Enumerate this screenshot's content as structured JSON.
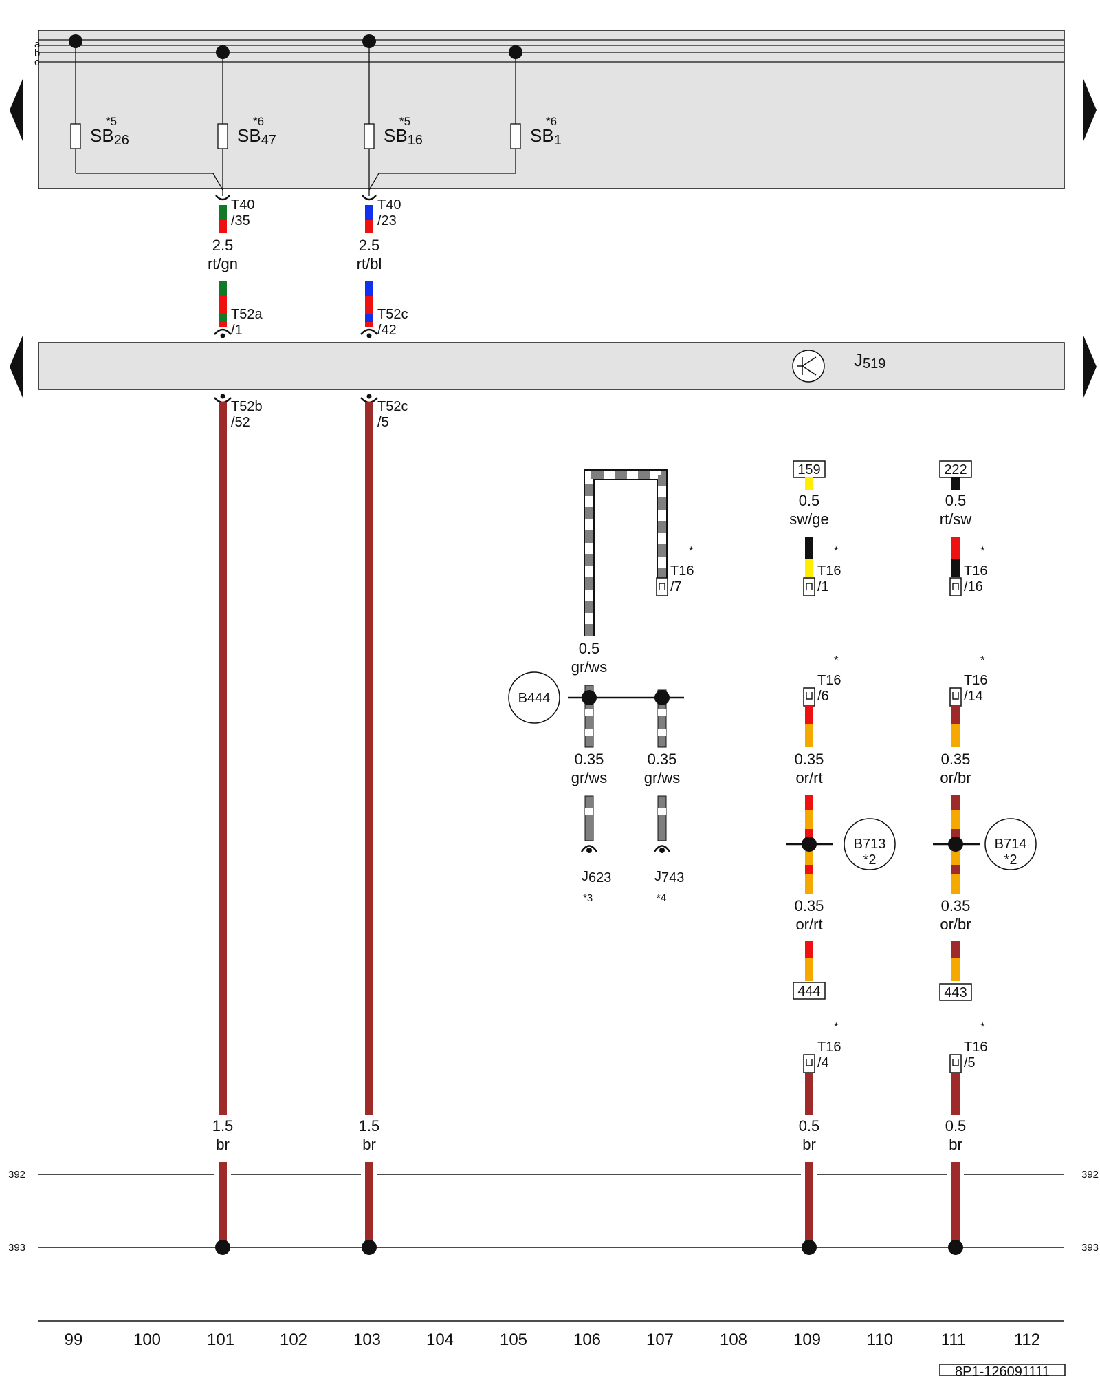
{
  "rails": {
    "a": "a",
    "b": "b",
    "c": "c"
  },
  "fuses": [
    {
      "name": "SB",
      "sub": "26",
      "note": "*5"
    },
    {
      "name": "SB",
      "sub": "47",
      "note": "*6"
    },
    {
      "name": "SB",
      "sub": "16",
      "note": "*5"
    },
    {
      "name": "SB",
      "sub": "1",
      "note": "*6"
    }
  ],
  "top_connectors": [
    {
      "conn": "T40",
      "pin": "/35",
      "gauge": "2.5",
      "color": "rt/gn"
    },
    {
      "conn": "T40",
      "pin": "/23",
      "gauge": "2.5",
      "color": "rt/bl"
    }
  ],
  "module_in_pins": [
    {
      "conn": "T52a",
      "pin": "/1"
    },
    {
      "conn": "T52c",
      "pin": "/42"
    }
  ],
  "module": {
    "name": "J",
    "sub": "519"
  },
  "module_out_pins": [
    {
      "conn": "T52b",
      "pin": "/52"
    },
    {
      "conn": "T52c",
      "pin": "/5"
    }
  ],
  "bottom_wire_labels": [
    {
      "gauge": "1.5",
      "color": "br"
    },
    {
      "gauge": "1.5",
      "color": "br"
    },
    {
      "gauge": "0.5",
      "color": "br"
    },
    {
      "gauge": "0.5",
      "color": "br"
    }
  ],
  "t16": {
    "conn": "T16",
    "star": "*",
    "pins": {
      "p7": "/7",
      "p1": "/1",
      "p16": "/16",
      "p6": "/6",
      "p14": "/14",
      "p4": "/4",
      "p5": "/5"
    }
  },
  "refs": {
    "r159": "159",
    "r222": "222",
    "r444": "444",
    "r443": "443"
  },
  "wires": {
    "sw_ge": {
      "gauge": "0.5",
      "color": "sw/ge"
    },
    "rt_sw": {
      "gauge": "0.5",
      "color": "rt/sw"
    },
    "gr_ws": {
      "gauge": "0.5",
      "color": "gr/ws"
    },
    "gr_ws_a": {
      "gauge": "0.35",
      "color": "gr/ws"
    },
    "gr_ws_b": {
      "gauge": "0.35",
      "color": "gr/ws"
    },
    "or_rt_1": {
      "gauge": "0.35",
      "color": "or/rt"
    },
    "or_br_1": {
      "gauge": "0.35",
      "color": "or/br"
    },
    "or_rt_2": {
      "gauge": "0.35",
      "color": "or/rt"
    },
    "or_br_2": {
      "gauge": "0.35",
      "color": "or/br"
    }
  },
  "splices": {
    "b444": "B444",
    "b713": "B713",
    "b713_note": "*2",
    "b714": "B714",
    "b714_note": "*2"
  },
  "grounds": [
    {
      "name": "J",
      "sub": "623",
      "note": "*3"
    },
    {
      "name": "J",
      "sub": "743",
      "note": "*4"
    }
  ],
  "ground_bus": {
    "left_392": "392",
    "left_393": "393",
    "right_392": "392",
    "right_393": "393"
  },
  "columns": [
    "99",
    "100",
    "101",
    "102",
    "103",
    "104",
    "105",
    "106",
    "107",
    "108",
    "109",
    "110",
    "111",
    "112"
  ],
  "doc_id": "8P1-126091111",
  "colors": {
    "panel": "#e3e3e3",
    "red": "#ee1111",
    "green": "#117a28",
    "blue": "#1131ee",
    "brown": "#9e2a2a",
    "orange": "#f5a800",
    "yellow": "#ffee00",
    "grey": "#7f7f7f",
    "black": "#111111"
  }
}
